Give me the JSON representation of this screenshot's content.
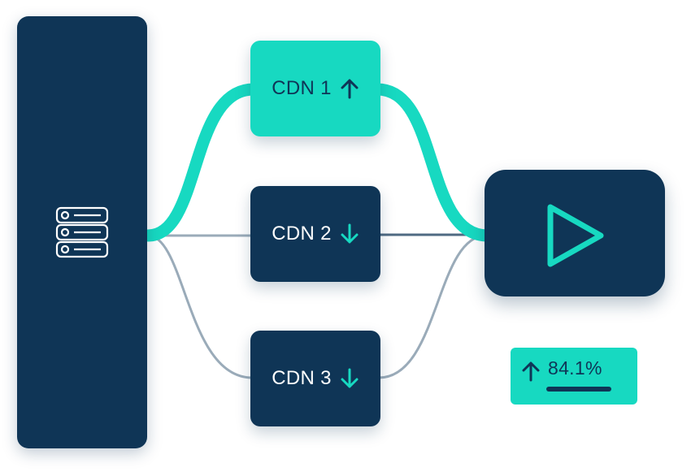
{
  "cdns": [
    {
      "label": "CDN 1",
      "direction": "up",
      "active": true
    },
    {
      "label": "CDN 2",
      "direction": "down",
      "active": false
    },
    {
      "label": "CDN 3",
      "direction": "down",
      "active": false
    }
  ],
  "metric": {
    "direction": "up",
    "value": "84.1%"
  },
  "icons": {
    "origin": "server-icon",
    "player": "play-icon"
  },
  "colors": {
    "navy": "#0f3556",
    "teal": "#17d9c1",
    "inactive_link": "#9aabb9"
  }
}
